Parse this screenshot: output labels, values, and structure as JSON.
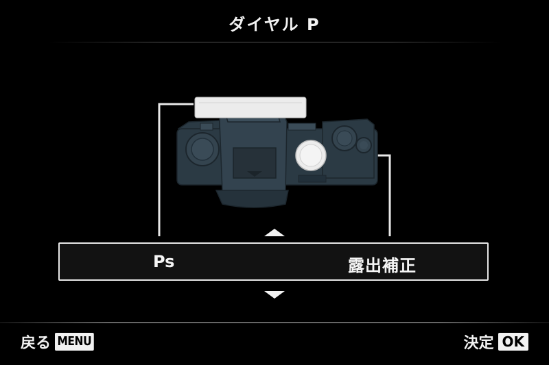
{
  "header": {
    "title": "ダイヤル P"
  },
  "selection": {
    "left_label": "Ps",
    "right_label": "露出補正"
  },
  "footer": {
    "back_label": "戻る",
    "back_key": "MENU",
    "confirm_label": "決定",
    "confirm_key": "OK"
  },
  "colors": {
    "background": "#000000",
    "text": "#f2f2f2",
    "camera_body": "#2b3a44",
    "highlight_dial": "#ececec"
  }
}
